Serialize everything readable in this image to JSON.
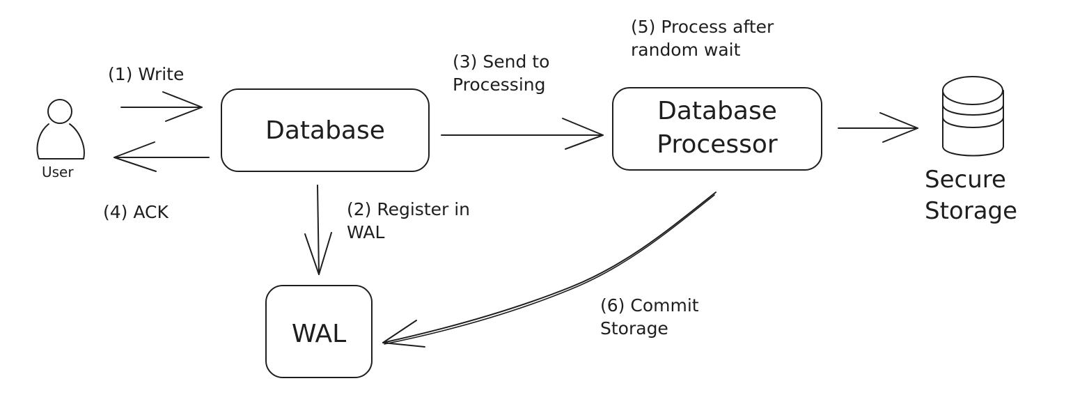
{
  "nodes": {
    "user": "User",
    "database": "Database",
    "database_processor": "Database\nProcessor",
    "wal": "WAL",
    "secure_storage": "Secure\nStorage"
  },
  "steps": {
    "write": "(1) Write",
    "register": "(2) Register in\nWAL",
    "send": "(3) Send to\nProcessing",
    "ack": "(4) ACK",
    "process": "(5) Process after\nrandom wait",
    "commit": "(6) Commit\nStorage"
  },
  "colors": {
    "stroke": "#1e1e1e",
    "background": "#ffffff"
  }
}
